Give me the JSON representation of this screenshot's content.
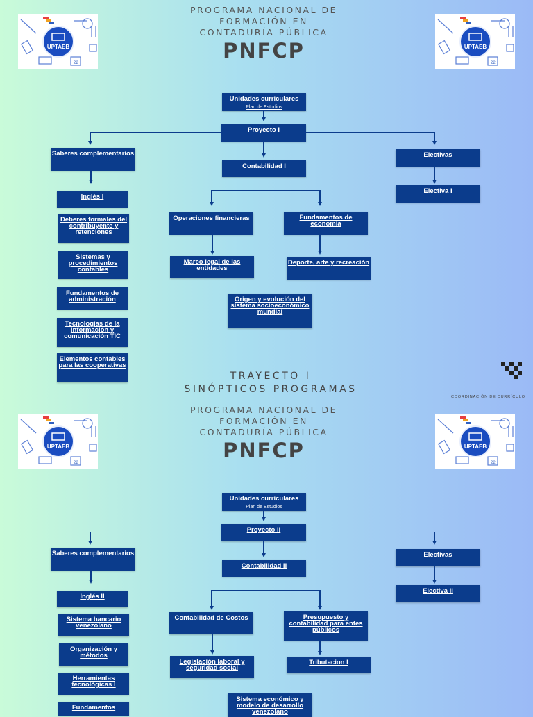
{
  "program": {
    "line1": "PROGRAMA NACIONAL DE",
    "line2": "FORMACIÓN EN",
    "line3": "CONTADURÍA PÚBLICA",
    "acronym": "PNFCP"
  },
  "logo": {
    "text": "UPTAEB",
    "calendar": "22"
  },
  "divider": {
    "line1": "TRAYECTO I",
    "line2": "SINÓPTICOS PROGRAMAS",
    "coordination": "COORDINACIÓN DE CURRÍCULO"
  },
  "chart1": {
    "root": "Unidades curriculares",
    "root_sub": "Plan de Estudios",
    "proyecto": "Proyecto I",
    "saberes": "Saberes complementarios",
    "contabilidad": "Contabilidad I",
    "electivas": "Electivas",
    "electiva": "Electiva I",
    "left_list": [
      "Inglés I",
      "Deberes formales del contribuyente y retenciones",
      "Sistemas y procedimientos contables",
      "Fundamentos de administración",
      "Tecnologías de la información y comunicación TIC",
      "Elementos contables para las cooperativas"
    ],
    "op_fin": "Operaciones financieras",
    "fund_eco": "Fundamentos de economía",
    "marco": "Marco legal de las entidades",
    "deporte": "Deporte, arte y recreación",
    "origen": "Origen y evolución del sistema socioeconómico mundial"
  },
  "chart2": {
    "root": "Unidades curriculares",
    "root_sub": "Plan de Estudios",
    "proyecto": "Proyecto II",
    "saberes": "Saberes complementarios",
    "contabilidad": "Contabilidad II",
    "electivas": "Electivas",
    "electiva": "Electiva II",
    "left_list": [
      "Inglés II",
      "Sistema bancario venezolano",
      "Organización y métodos",
      "Herramientas tecnológicas I",
      "Fundamentos"
    ],
    "costos": "Contabilidad de Costos",
    "presupuesto": "Presupuesto y contabilidad para entes públicos",
    "legislacion": "Legislación laboral y seguridad social",
    "tributacion": "Tributacion I",
    "sistema": "Sistema económico y modelo de desarrollo venezolano"
  }
}
